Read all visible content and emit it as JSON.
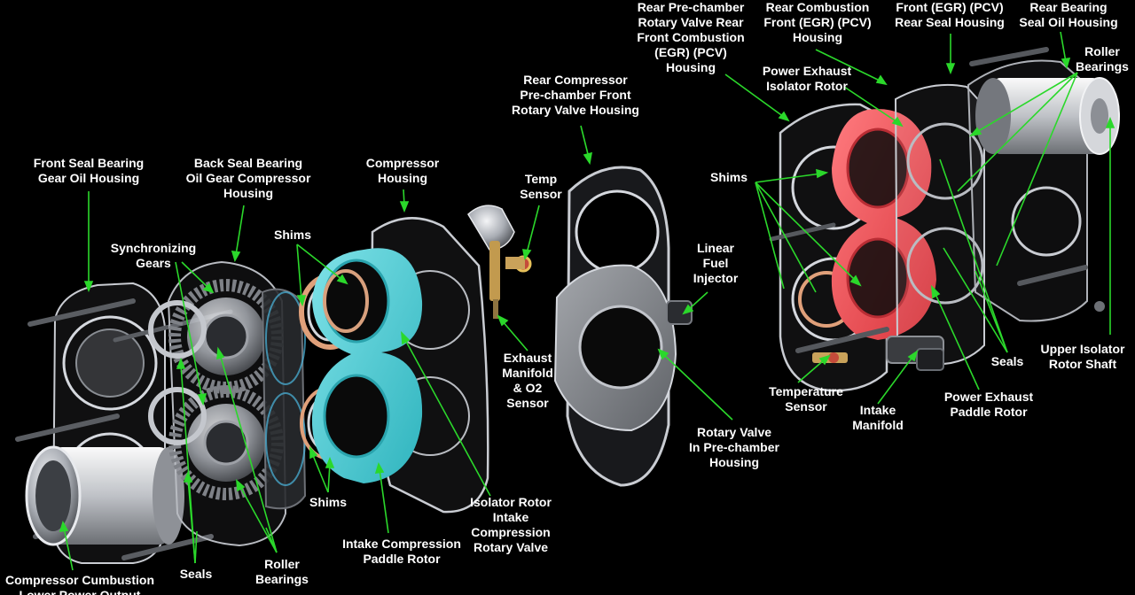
{
  "labels": {
    "front_seal_housing": [
      "Front Seal Bearing",
      "Gear Oil Housing"
    ],
    "back_seal_housing": [
      "Back Seal Bearing",
      "Oil Gear Compressor",
      "Housing"
    ],
    "synchronizing_gears": [
      "Synchronizing",
      "Gears"
    ],
    "shims_top_left": [
      "Shims"
    ],
    "compressor_housing": [
      "Compressor",
      "Housing"
    ],
    "temp_sensor": [
      "Temp",
      "Sensor"
    ],
    "rear_compressor_housing": [
      "Rear Compressor",
      "Pre-chamber Front",
      "Rotary Valve Housing"
    ],
    "rear_prechamber_housing": [
      "Rear Pre-chamber",
      "Rotary Valve Rear",
      "Front Combustion",
      "(EGR) (PCV)",
      "Housing"
    ],
    "rear_combustion_housing": [
      "Rear Combustion",
      "Front (EGR) (PCV)",
      "Housing"
    ],
    "front_rear_seal_housing": [
      "Front (EGR) (PCV)",
      "Rear Seal Housing"
    ],
    "rear_bearing_housing": [
      "Rear Bearing",
      "Seal Oil Housing"
    ],
    "roller_bearings_right": [
      "Roller",
      "Bearings"
    ],
    "power_exhaust_isolator": [
      "Power Exhaust",
      "Isolator Rotor"
    ],
    "shims_right": [
      "Shims"
    ],
    "linear_fuel_injector": [
      "Linear",
      "Fuel",
      "Injector"
    ],
    "exhaust_manifold": [
      "Exhaust",
      "Manifold",
      "& O2",
      "Sensor"
    ],
    "rotary_valve_housing": [
      "Rotary Valve",
      "In Pre-chamber",
      "Housing"
    ],
    "upper_isolator_shaft": [
      "Upper Isolator",
      "Rotor Shaft"
    ],
    "seals_right": [
      "Seals"
    ],
    "power_exhaust_paddle": [
      "Power Exhaust",
      "Paddle Rotor"
    ],
    "temperature_sensor": [
      "Temperature",
      "Sensor"
    ],
    "intake_manifold": [
      "Intake",
      "Manifold"
    ],
    "shims_bottom": [
      "Shims"
    ],
    "intake_compression_paddle": [
      "Intake Compression",
      "Paddle Rotor"
    ],
    "isolator_rotor_intake": [
      "Isolator Rotor",
      "Intake",
      "Compression",
      "Rotary Valve"
    ],
    "seals_bottom": [
      "Seals"
    ],
    "roller_bearings_bottom": [
      "Roller",
      "Bearings"
    ],
    "compressor_output": [
      "Compressor Cumbustion",
      "Lower Power Output"
    ]
  },
  "colors": {
    "leader": "#2bd82b",
    "label_text": "#ffffff",
    "background": "#000000",
    "compression_rotor": "#49c9d2",
    "exhaust_rotor": "#f0545a",
    "housing_edge": "#c9ccd2",
    "metal": "#b9bcc2"
  }
}
